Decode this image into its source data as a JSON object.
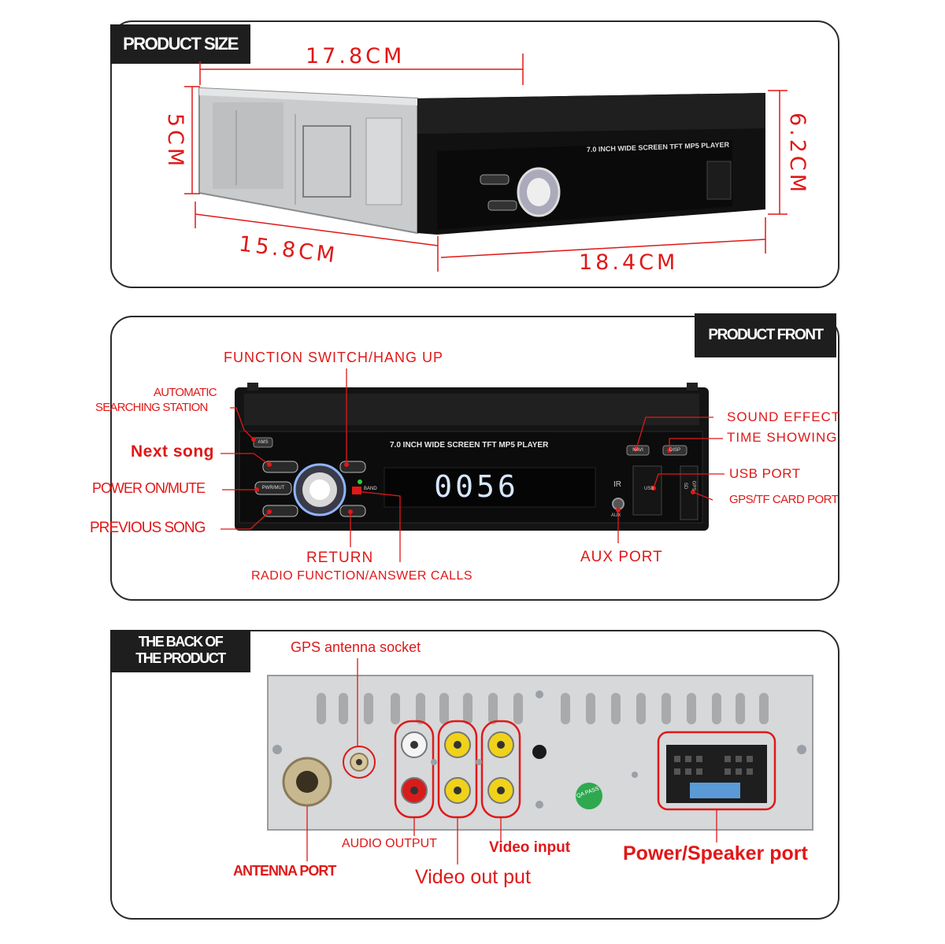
{
  "colors": {
    "accent": "#e01818",
    "tag_bg": "#1e1e1e",
    "panel_border": "#2a2a2a"
  },
  "size_section": {
    "tag": "PRODUCT SIZE",
    "dims": {
      "top": "17.8CM",
      "left": "5CM",
      "right": "6.2CM",
      "bottom_left": "15.8CM",
      "bottom_right": "18.4CM"
    },
    "device_text": "7.0 INCH WIDE SCREEN TFT  MP5  PLAYER"
  },
  "front_section": {
    "tag": "PRODUCT FRONT",
    "device_text": "7.0 INCH WIDE SCREEN TFT  MP5  PLAYER",
    "display_value": "0056",
    "buttons": {
      "ams": "AMS",
      "pwr": "PWR/MUT",
      "band": "BAND",
      "navi": "NAVI",
      "disp": "DISP",
      "ir": "IR",
      "aux": "AUX",
      "usb": "USB",
      "sd": "SD",
      "gps": "GPS"
    },
    "labels": {
      "function_switch": "FUNCTION SWITCH/HANG UP",
      "auto_search_1": "AUTOMATIC",
      "auto_search_2": "SEARCHING STATION",
      "next_song": "Next song",
      "power_mute": "POWER ON/MUTE",
      "previous_song": "PREVIOUS SONG",
      "return": "RETURN",
      "radio_function": "RADIO FUNCTION/ANSWER CALLS",
      "sound_effect": "SOUND EFFECT",
      "time_showing": "TIME SHOWING",
      "usb_port": "USB PORT",
      "gps_tf": "GPS/TF CARD PORT",
      "aux_port": "AUX PORT"
    }
  },
  "back_section": {
    "tag_line1": "THE BACK OF",
    "tag_line2": "THE PRODUCT",
    "qa_badge": "QA PASS",
    "labels": {
      "gps_antenna": "GPS antenna socket",
      "audio_output": "AUDIO OUTPUT",
      "video_output": "Video out put",
      "video_input": "Video input",
      "antenna_port": "ANTENNA PORT",
      "power_speaker": "Power/Speaker  port"
    }
  }
}
